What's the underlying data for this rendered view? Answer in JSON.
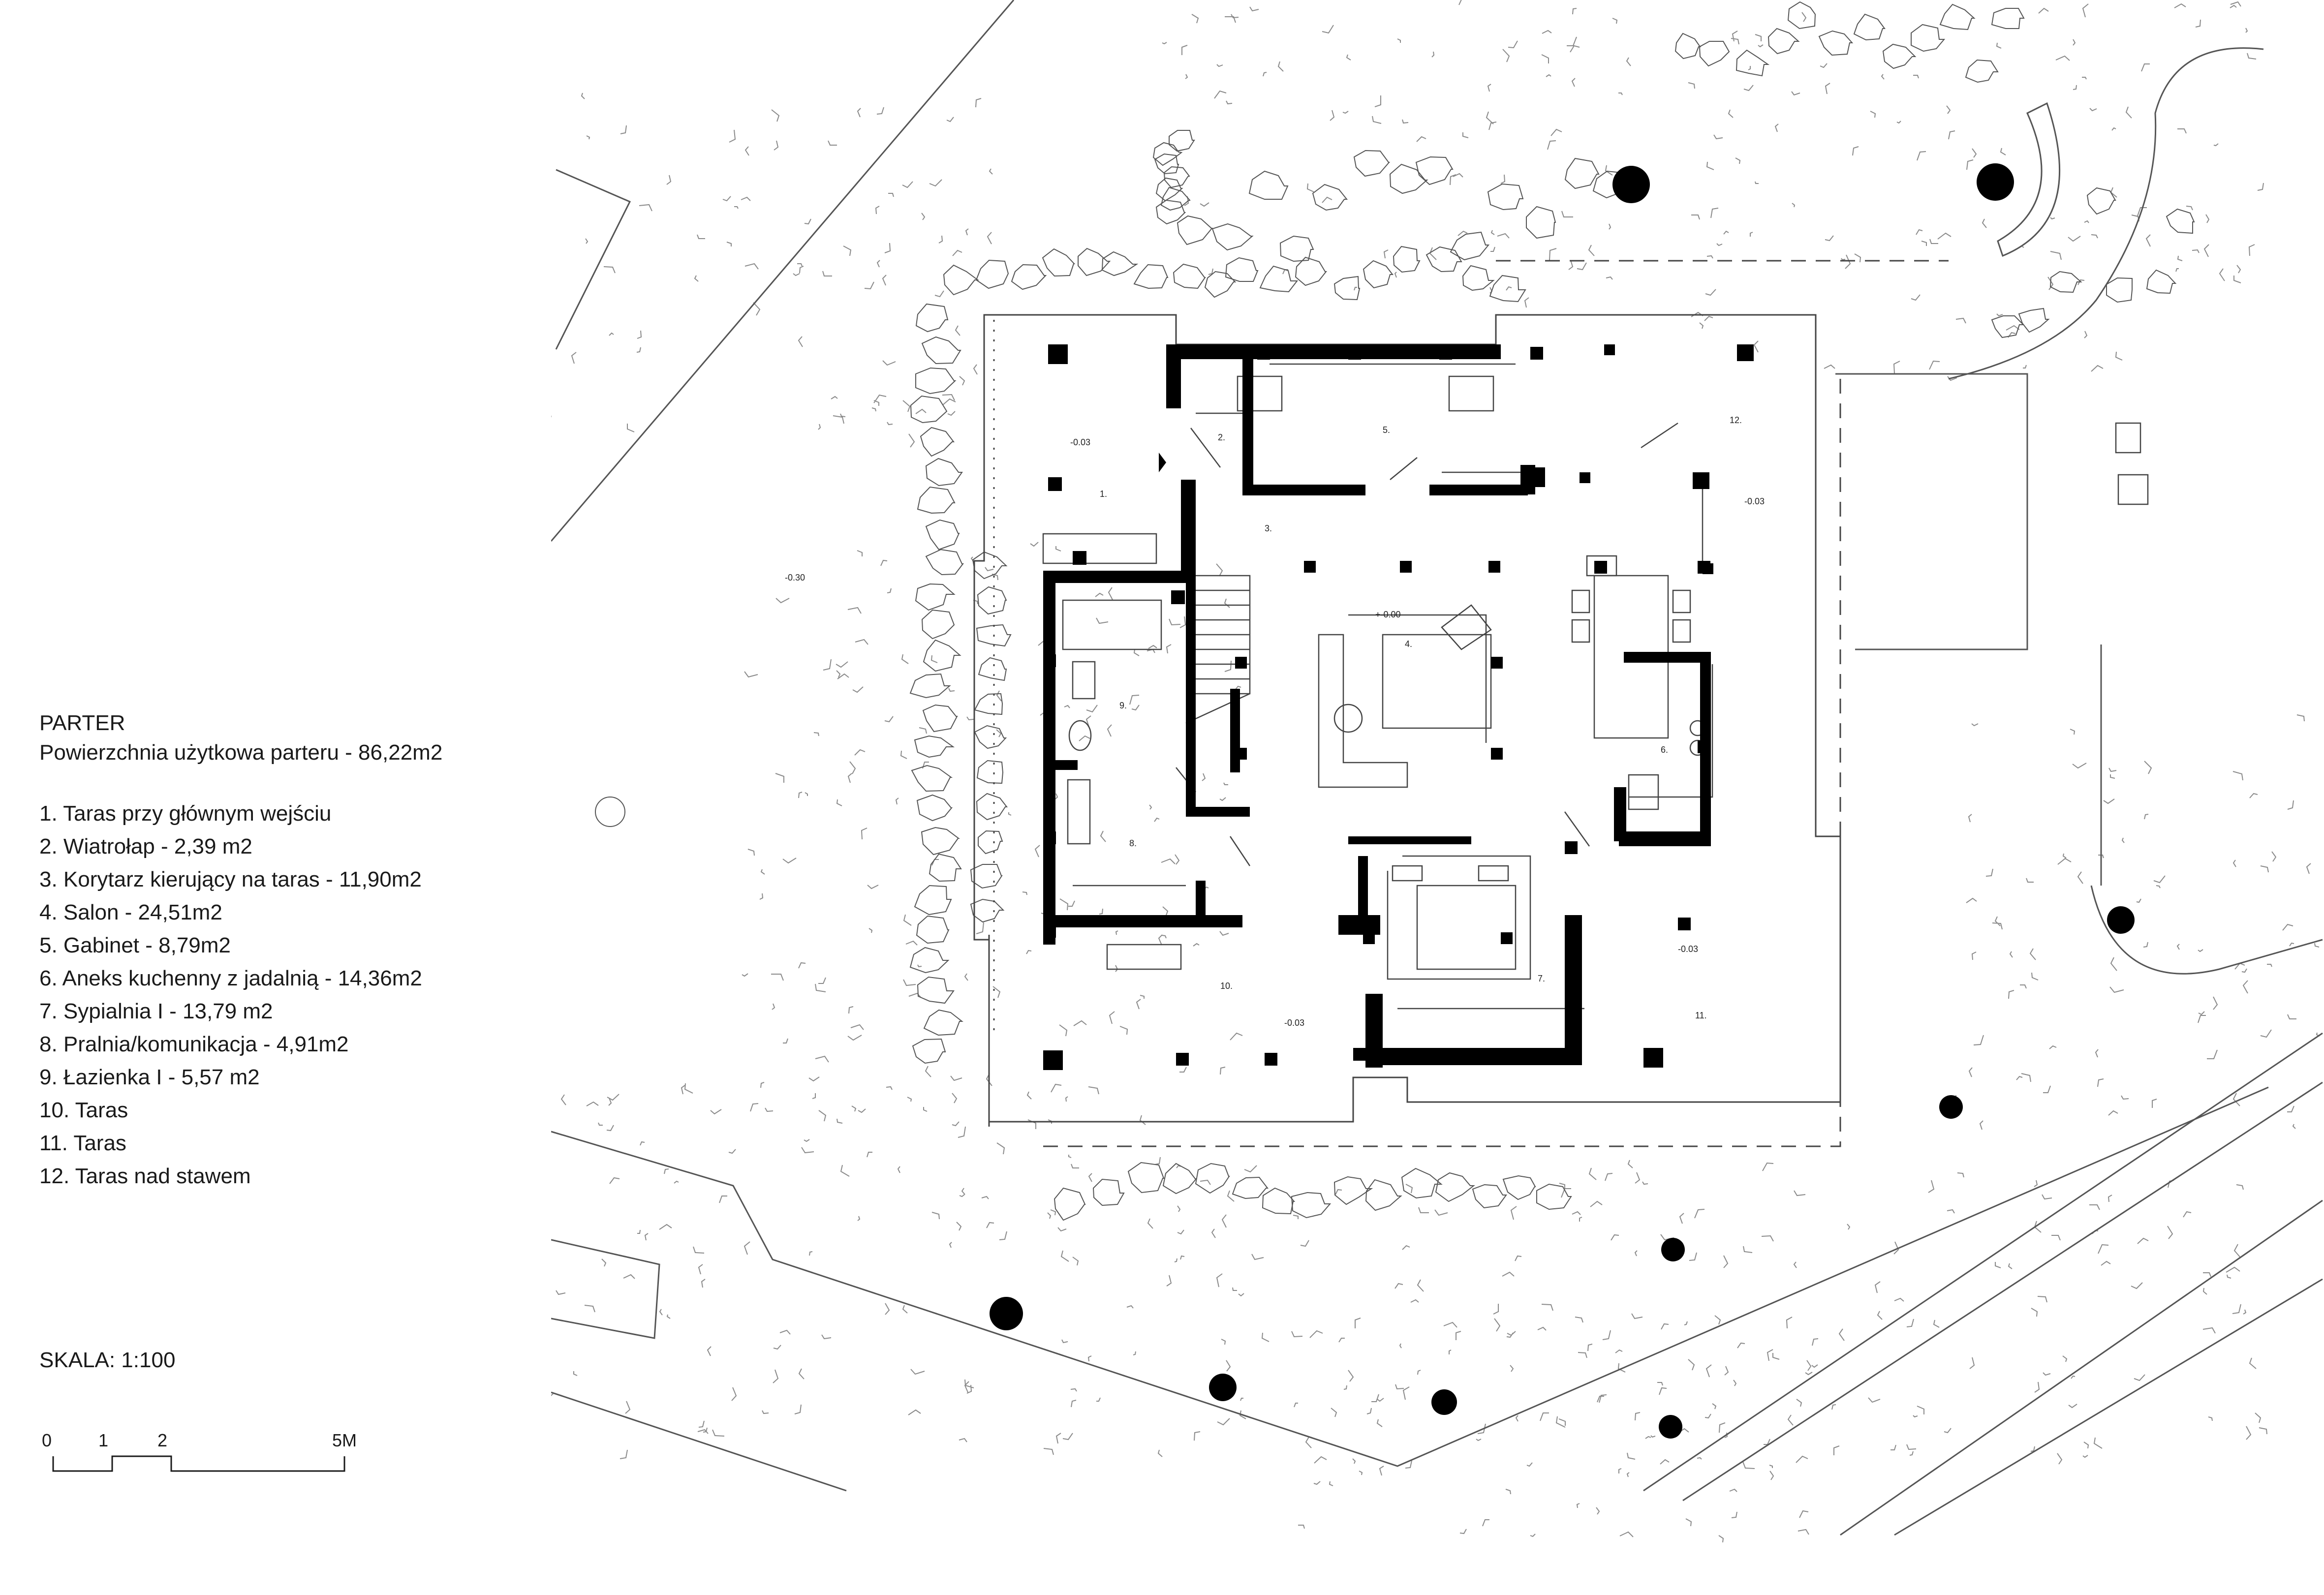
{
  "legend": {
    "title": "PARTER",
    "usable_area": "Powierzchnia użytkowa parteru - 86,22m2",
    "items": [
      "1. Taras przy głównym wejściu",
      "2. Wiatrołap - 2,39 m2",
      "3. Korytarz kierujący na taras - 11,90m2",
      "4. Salon - 24,51m2",
      "5. Gabinet - 8,79m2",
      "6. Aneks kuchenny z jadalnią - 14,36m2",
      "7. Sypialnia I - 13,79 m2",
      "8. Pralnia/komunikacja - 4,91m2",
      "9. Łazienka I - 5,57 m2",
      "10. Taras",
      "11. Taras",
      "12. Taras nad stawem"
    ]
  },
  "scale": {
    "label": "SKALA: 1:100",
    "ticks": [
      "0",
      "1",
      "2",
      "5M"
    ]
  },
  "plan": {
    "rooms": [
      {
        "num": "1."
      },
      {
        "num": "2."
      },
      {
        "num": "3."
      },
      {
        "num": "4."
      },
      {
        "num": "5."
      },
      {
        "num": "6."
      },
      {
        "num": "7."
      },
      {
        "num": "8."
      },
      {
        "num": "9."
      },
      {
        "num": "10."
      },
      {
        "num": "11."
      },
      {
        "num": "12."
      }
    ],
    "levels": [
      "-0.03",
      "-0.03",
      "-0.03",
      "-0.03",
      "-0.30",
      "+-0.00"
    ]
  },
  "colors": {
    "ink": "#1a1a1a",
    "wall": "#000000",
    "line": "#555555",
    "vegetation": "#8a8a8a"
  }
}
